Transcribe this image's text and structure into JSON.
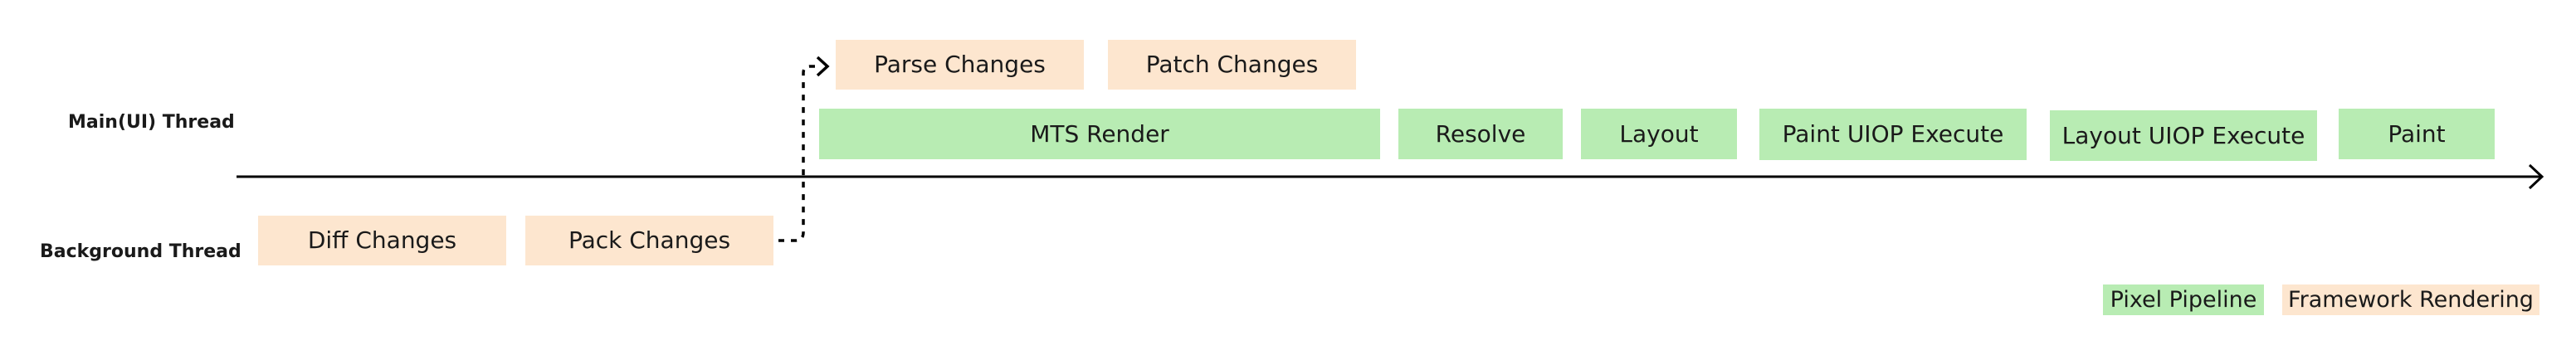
{
  "threads": {
    "main": "Main(UI) Thread",
    "background": "Background Thread"
  },
  "main_thread_steps": [
    {
      "label": "Parse Changes",
      "category": "framework"
    },
    {
      "label": "Patch Changes",
      "category": "framework"
    },
    {
      "label": "MTS Render",
      "category": "pixel"
    },
    {
      "label": "Resolve",
      "category": "pixel"
    },
    {
      "label": "Layout",
      "category": "pixel"
    },
    {
      "label": "Paint UIOP Execute",
      "category": "pixel"
    },
    {
      "label": "Layout UIOP Execute",
      "category": "pixel"
    },
    {
      "label": "Paint",
      "category": "pixel"
    }
  ],
  "background_thread_steps": [
    {
      "label": "Diff Changes",
      "category": "framework"
    },
    {
      "label": "Pack Changes",
      "category": "framework"
    }
  ],
  "legend": {
    "pixel": "Pixel Pipeline",
    "framework": "Framework Rendering"
  },
  "colors": {
    "pixel": "#b8ecb3",
    "framework": "#fde6cf",
    "line": "#000000"
  }
}
